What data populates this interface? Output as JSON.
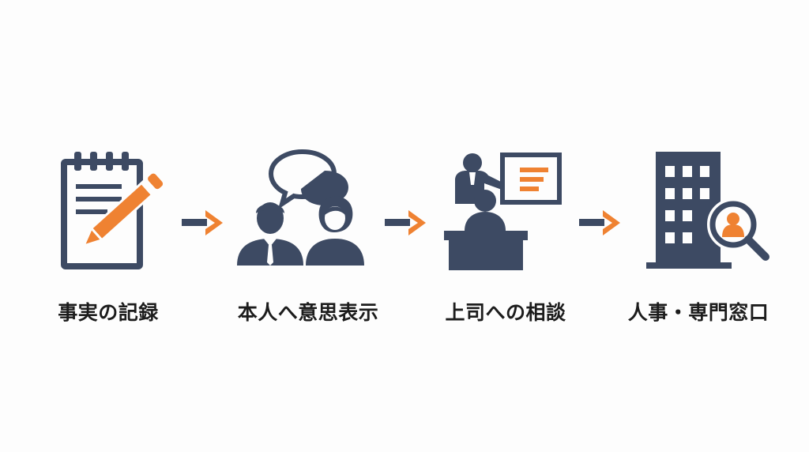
{
  "colors": {
    "navy": "#3d4a63",
    "orange": "#ef8232",
    "background": "#fdfdfd",
    "text": "#1c1c1c"
  },
  "steps": [
    {
      "label": "事実の記録",
      "icon": "notepad-pencil-icon"
    },
    {
      "label": "本人へ意思表示",
      "icon": "two-people-speech-icon"
    },
    {
      "label": "上司への相談",
      "icon": "presenter-board-icon"
    },
    {
      "label": "人事・専門窓口",
      "icon": "office-building-search-icon"
    }
  ],
  "connectors": [
    {
      "icon": "arrow-right-icon"
    },
    {
      "icon": "arrow-right-icon"
    },
    {
      "icon": "arrow-right-icon"
    }
  ]
}
